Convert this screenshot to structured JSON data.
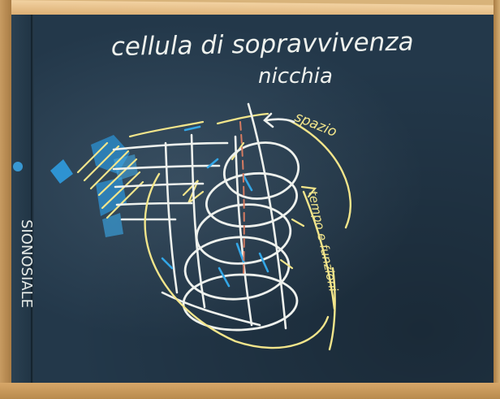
{
  "photo": {
    "title_line1": "cellula di sopravvivenza",
    "title_line2": "nicchia",
    "label_spazio": "spazio",
    "label_vertical": "tempo e funzioni",
    "left_panel_text": "SIONOSIALE"
  },
  "colors": {
    "chalkboard": "#23384a",
    "frame": "#d7a769",
    "chalk_white": "#eef1ed",
    "chalk_yellow": "#f2e58b",
    "chalk_blue": "#33a6e6"
  }
}
